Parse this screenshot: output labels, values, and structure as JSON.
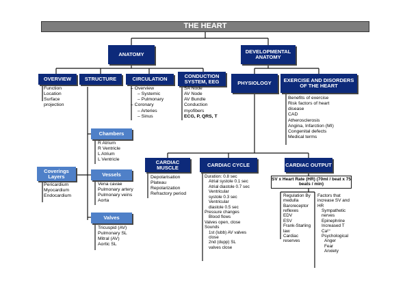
{
  "title": "THE HEART",
  "anatomy": "ANATOMY",
  "developmental": "DEVELOPMENTAL ANATOMY",
  "overview": {
    "label": "OVERVIEW",
    "items": [
      "Function",
      "Location",
      "Surface projection"
    ]
  },
  "structure": {
    "label": "STRUCTURE"
  },
  "circulation": {
    "label": "CIRCULATION",
    "items": [
      "– Overview",
      "– Systemic",
      "– Pulmonary",
      "– Coronary",
      "– Arteries",
      "– Sinus"
    ]
  },
  "conduction": {
    "label": "CONDUCTION SYSTEM, EEG",
    "items": [
      "SA Node",
      "AV Node",
      "AV Bundle",
      "Conduction myofibers",
      "ECG, P, QRS, T"
    ]
  },
  "physiology": {
    "label": "PHYSIOLOGY"
  },
  "exercise": {
    "label": "EXERCISE AND DISORDERS OF THE HEART",
    "items": [
      "Benefits of exercise",
      "Risk factors of heart disease",
      "CAD",
      "Atherosclerosis",
      "Angina, Infarction (MI)",
      "Congenital defects",
      "Medical terms"
    ]
  },
  "chambers": {
    "label": "Chambers",
    "items": [
      "R Atrium",
      "R Ventricle",
      "L Atrium",
      "L Ventricle"
    ]
  },
  "coverings": {
    "label": "Coverings Layers",
    "items": [
      "Pericardium",
      "Myocardium",
      "Endocardium"
    ]
  },
  "vessels": {
    "label": "Vessels",
    "items": [
      "Vena cavae",
      "Pulmonary artery",
      "Pulmonary veins",
      "Aorta"
    ]
  },
  "valves": {
    "label": "Valves",
    "items": [
      "Tricuspid (AV)",
      "Pulmonary SL",
      "Mitral (AV)",
      "Aortic SL"
    ]
  },
  "cardiac_muscle": {
    "label": "CARDIAC MUSCLE",
    "items": [
      "Depolarisation",
      "Plateau",
      "Repolarization",
      "Refractory period"
    ]
  },
  "cardiac_cycle": {
    "label": "CARDIAC CYCLE",
    "items": [
      "Duration: 0.8 sec",
      "Atrial systole 0.1 sec",
      "Atrial diastole 0.7 sec",
      "Ventricular systole 0.3 sec",
      "Ventricular diastole 0.5 sec",
      "Pressure changes",
      "Blood flows",
      "Valves open, close",
      "Sounds",
      "1st (lubb) AV valves close",
      "2nd (dupp) SL valves close"
    ]
  },
  "cardiac_output": {
    "label": "CARDIAC OUTPUT",
    "formula": "SV x Heart Rate (HR) (70ml / beat x 75 beats / min)",
    "left_items": [
      "Regulation By medulla",
      "Baroreceptor reflexes",
      "EDV",
      "ESV",
      "Frank-Starling law",
      "Cardiac reserves"
    ],
    "right_items": [
      "Factors that increase SV and HR",
      "Sympathetic nerves",
      "Epinephrine",
      "Increased T",
      "Ca²⁺",
      "Psychological",
      "Anger",
      "Fear",
      "Anxiety"
    ]
  }
}
